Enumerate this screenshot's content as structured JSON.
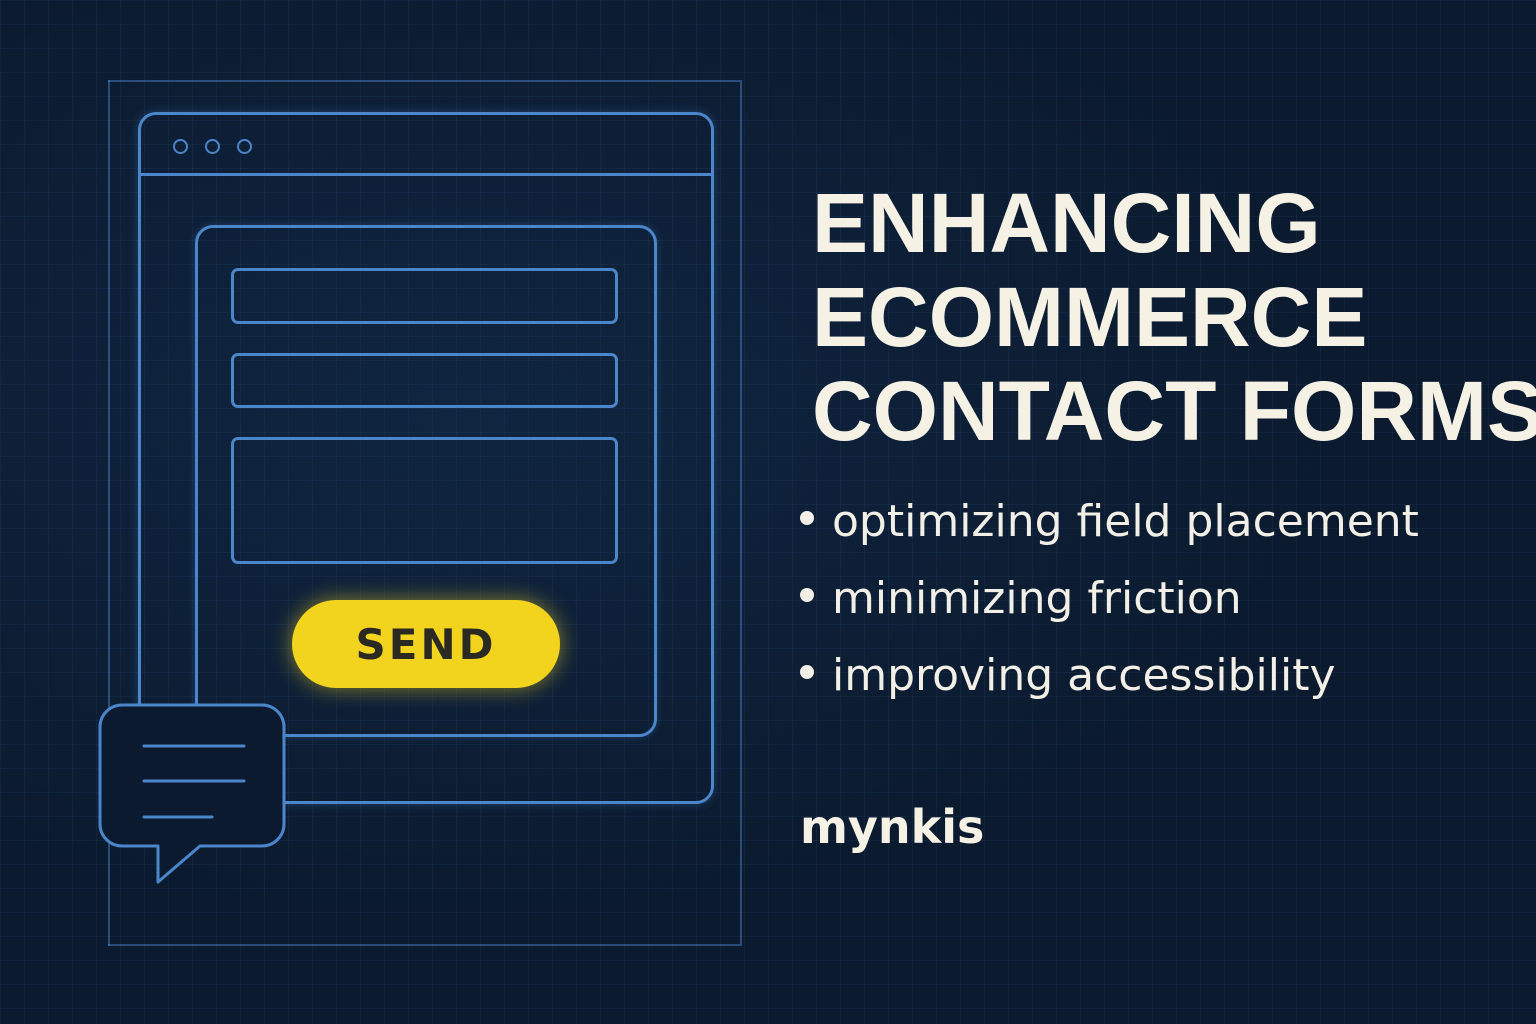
{
  "illustration": {
    "button_label": "SEND",
    "accent_color": "#f2d41f",
    "line_color": "#4a86c9",
    "background_color": "#0b1a2e"
  },
  "headline": {
    "lines": [
      "ENHANCING",
      "ECOMMERCE",
      "CONTACT FORMS"
    ]
  },
  "bullets": [
    "optimizing field placement",
    "minimizing friction",
    "improving accessibility"
  ],
  "brand": "mynkis"
}
